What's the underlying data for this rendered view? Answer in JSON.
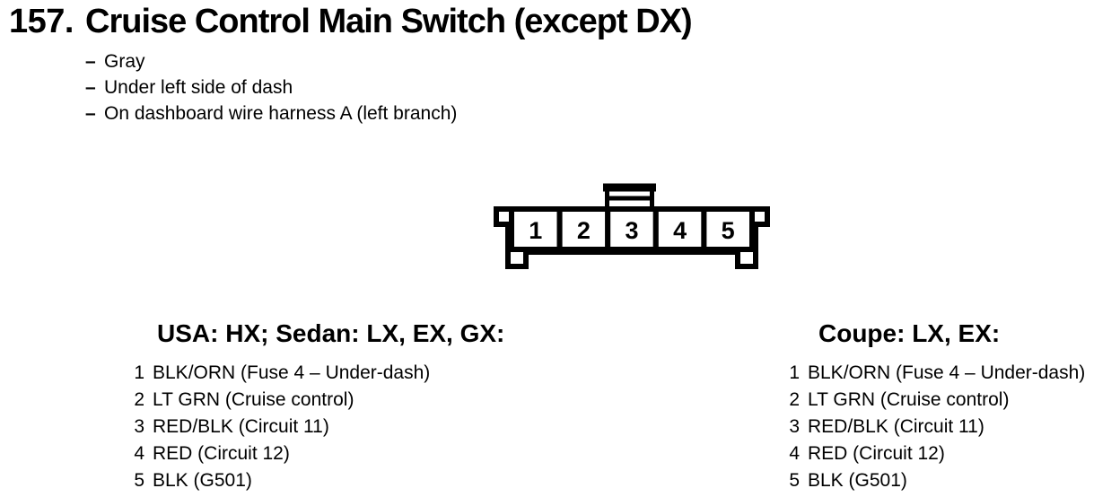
{
  "page": {
    "number": "157.",
    "title": "Cruise Control Main Switch (except DX)",
    "bullet": "–",
    "notes": [
      "Gray",
      "Under left side of dash",
      "On dashboard wire harness A (left branch)"
    ]
  },
  "connector": {
    "pins": [
      "1",
      "2",
      "3",
      "4",
      "5"
    ]
  },
  "pinouts": [
    {
      "heading": "USA: HX; Sedan: LX, EX, GX:",
      "rows": [
        {
          "pin": "1",
          "desc": "BLK/ORN (Fuse 4 – Under-dash)"
        },
        {
          "pin": "2",
          "desc": "LT GRN (Cruise control)"
        },
        {
          "pin": "3",
          "desc": "RED/BLK (Circuit 11)"
        },
        {
          "pin": "4",
          "desc": "RED (Circuit 12)"
        },
        {
          "pin": "5",
          "desc": "BLK (G501)"
        }
      ]
    },
    {
      "heading": "Coupe: LX, EX:",
      "rows": [
        {
          "pin": "1",
          "desc": "BLK/ORN (Fuse 4 – Under-dash)"
        },
        {
          "pin": "2",
          "desc": "LT GRN (Cruise control)"
        },
        {
          "pin": "3",
          "desc": "RED/BLK (Circuit 11)"
        },
        {
          "pin": "4",
          "desc": "RED (Circuit 12)"
        },
        {
          "pin": "5",
          "desc": "BLK (G501)"
        }
      ]
    }
  ]
}
